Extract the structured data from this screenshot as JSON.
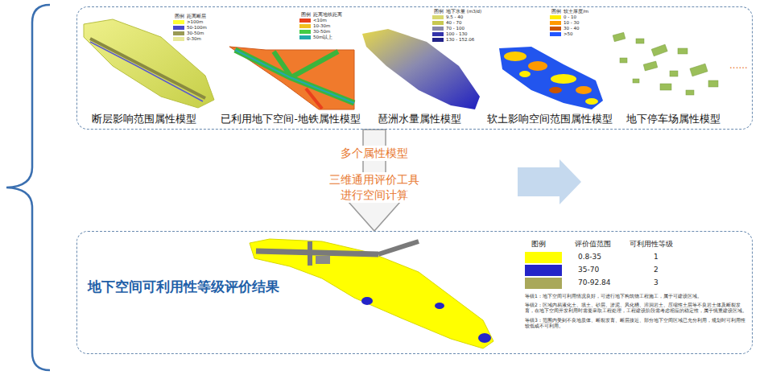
{
  "diagram": {
    "nodes": [
      {
        "text": [
          "断层影响范围属性模型",
          "已利用地下空间-地铁属性模型",
          "琶洲水量属性模型",
          "软土影响空间范围属性模型",
          "地下停车场属性模型"
        ]
      },
      {
        "text": [
          "地下空间可利用性等级评价结果"
        ]
      }
    ],
    "edges": [
      {
        "from": 0,
        "to": 1,
        "arrow": "to",
        "label": "多个属性模型"
      }
    ],
    "labels": [
      "......",
      "三维通用评价工具 进行空间计算",
      "图例",
      "评价值范围",
      "可利用性等级",
      "1",
      "2",
      "3",
      "等级1：地下空间可利用情况良好，可进行地下构筑物工程施工，属于可建设区域。",
      "等级2：区域内易液化土、填土、砂层、淤泥、风化槽、溶洞岩土、压缩性土层等不良岩土体及断裂发育，在地下空间开发利用时需要采取工程处理，工程建设阶段需考虑相应的稳定性，属于慎重建设区域。",
      "等级3：范围内受到不良地质体、断裂发育、断层接近、部分地下空间区域已充分利用，规划时可利用性较低或不可利用。",
      "图例",
      "距离断层",
      "图例",
      "距离地铁距离",
      "图例",
      "地下水量 (m3/d)",
      "图例",
      "软土厚度/m"
    ],
    "legend": [
      {
        "text": "0.8-35",
        "color": "#ffff00"
      },
      {
        "text": "35-70",
        "color": "#2424c8"
      },
      {
        "text": "70-92.84",
        "color": "#a9a85a"
      },
      {
        "text": ">100m",
        "color": "#ffff33"
      },
      {
        "text": "50-100m",
        "color": "#4a4acc"
      },
      {
        "text": "30-50m",
        "color": "#9a9a55"
      },
      {
        "text": "0-30m",
        "color": "#e8e89a"
      },
      {
        "text": "<10m",
        "color": "#e8401c"
      },
      {
        "text": "10-30m",
        "color": "#f0c020"
      },
      {
        "text": "30-50m",
        "color": "#44cc44"
      },
      {
        "text": "50m以上",
        "color": "#22aaaa"
      },
      {
        "text": "9.5 - 40",
        "color": "#d8d870"
      },
      {
        "text": "40 - 70",
        "color": "#c8c850"
      },
      {
        "text": "70 - 100",
        "color": "#8888aa"
      },
      {
        "text": "100 - 130",
        "color": "#3333aa"
      },
      {
        "text": "130 - 152.06",
        "color": "#222288"
      },
      {
        "text": "0 - 10",
        "color": "#ffee00"
      },
      {
        "text": "10 - 30",
        "color": "#ff9900"
      },
      {
        "text": "30 - 40",
        "color": "#cc5500"
      },
      {
        "text": ">50",
        "color": "#2255ff"
      }
    ]
  }
}
